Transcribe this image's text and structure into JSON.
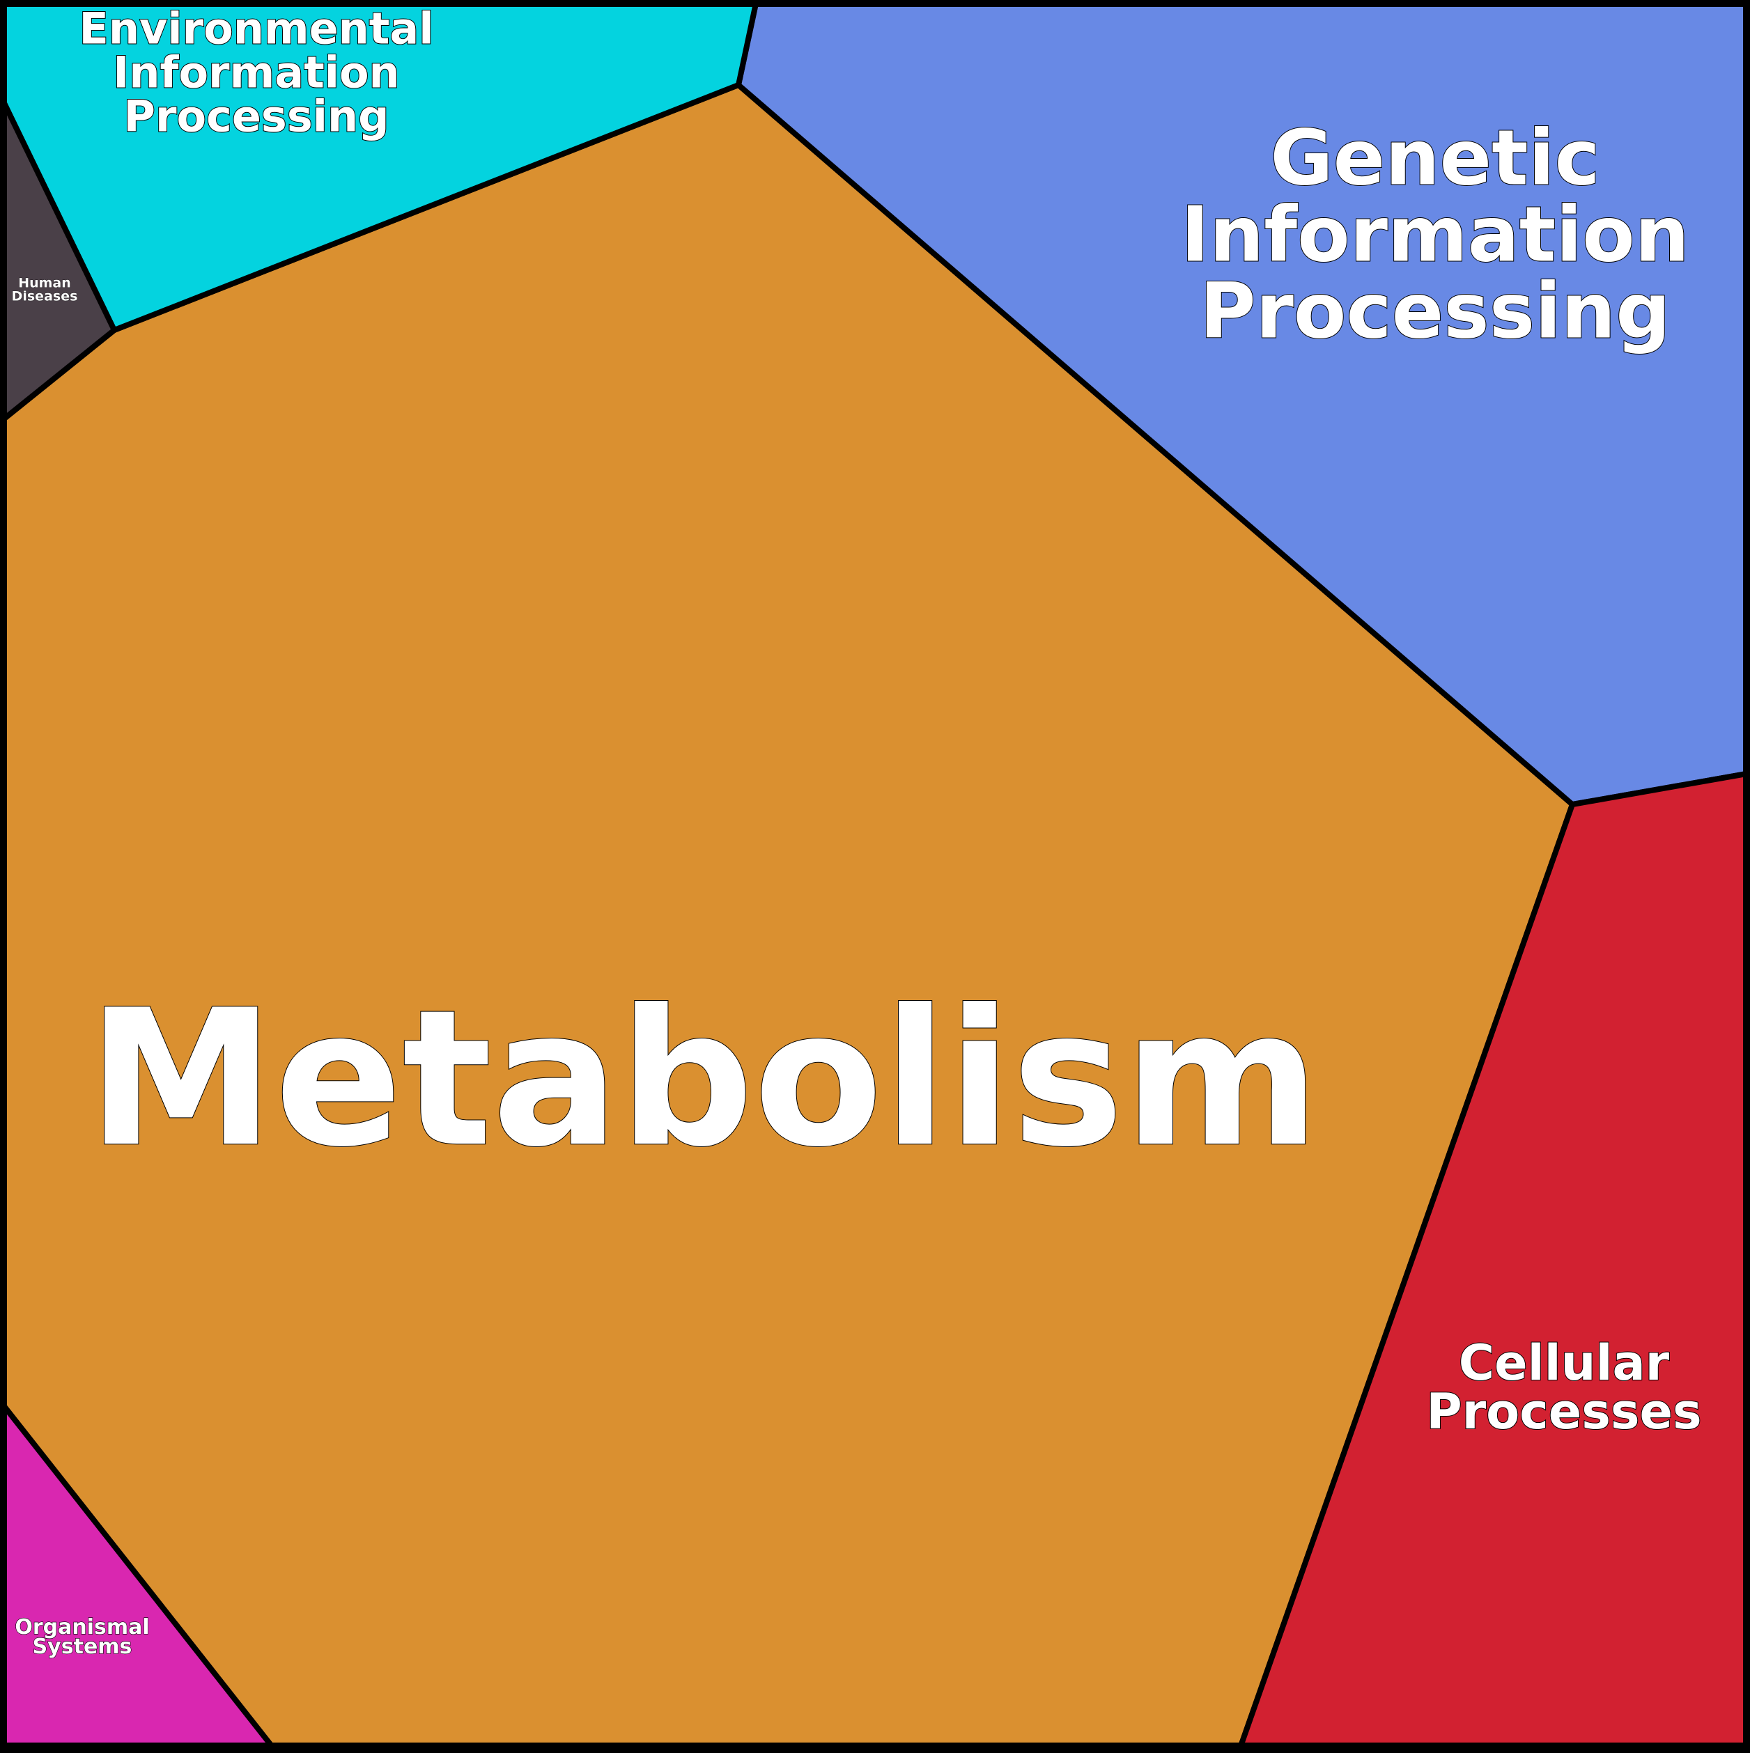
{
  "diagram": {
    "type": "voronoi-treemap",
    "regions": [
      {
        "id": "metabolism",
        "label_lines": [
          "Metabolism"
        ],
        "color": "#DA9030"
      },
      {
        "id": "genetic",
        "label_lines": [
          "Genetic",
          "Information",
          "Processing"
        ],
        "color": "#6889E5"
      },
      {
        "id": "environmental",
        "label_lines": [
          "Environmental",
          "Information",
          "Processing"
        ],
        "color": "#04D3DF"
      },
      {
        "id": "cellular",
        "label_lines": [
          "Cellular",
          "Processes"
        ],
        "color": "#D22131"
      },
      {
        "id": "organismal",
        "label_lines": [
          "Organismal",
          "Systems"
        ],
        "color": "#D927B0"
      },
      {
        "id": "human-diseases",
        "label_lines": [
          "Human",
          "Diseases"
        ],
        "color": "#4A4048"
      }
    ],
    "border_color": "#000000"
  }
}
